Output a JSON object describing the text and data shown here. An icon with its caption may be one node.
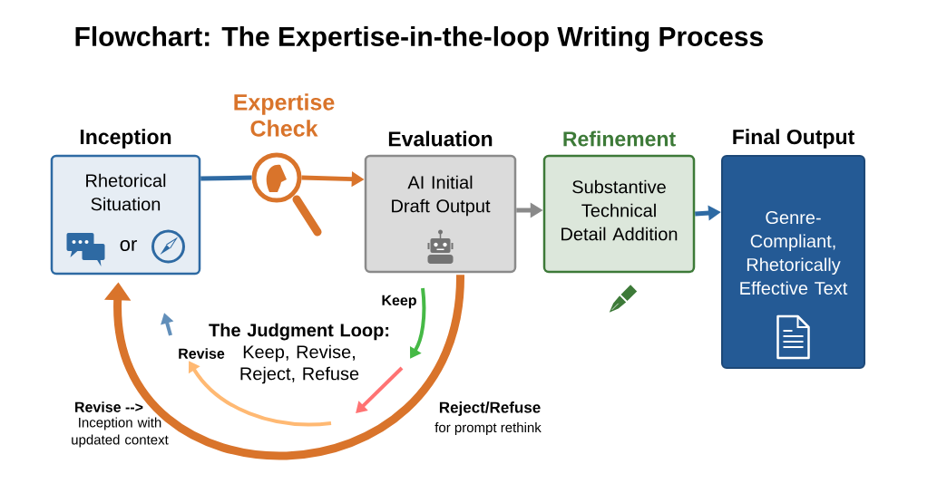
{
  "diagram": {
    "title": "Flowchart: The Expertise-in-the-loop Writing Process",
    "nodes": [
      {
        "text": [
          "Inception",
          "Rhetorical Situation",
          "or"
        ]
      },
      {
        "text": [
          "Expertise Check"
        ]
      },
      {
        "text": [
          "Evaluation",
          "AI Initial Draft Output"
        ]
      },
      {
        "text": [
          "Refinement",
          "Substantive Technical Detail Addition"
        ]
      },
      {
        "text": [
          "Final Output",
          "Genre-Compliant, Rhetorically Effective Text"
        ]
      }
    ],
    "edges": [
      {
        "from": 0,
        "to": 1,
        "arrow": "none",
        "color": "#2e6aa3"
      },
      {
        "from": 1,
        "to": 2,
        "arrow": "to",
        "color": "#d9742b"
      },
      {
        "from": 2,
        "to": 3,
        "arrow": "to",
        "color": "#8a8a8a"
      },
      {
        "from": 3,
        "to": 4,
        "arrow": "to",
        "color": "#2e6aa3"
      },
      {
        "from": 2,
        "to": 0,
        "arrow": "to",
        "style": "thick",
        "color": "#d9742b"
      }
    ],
    "labels": [
      "**The Judgment Loop:** Keep, Revise, Reject, Refuse",
      "Keep",
      "Revise",
      "Revise -->",
      "Inception with updated context",
      "Reject/Refuse",
      "for prompt rethink"
    ]
  }
}
